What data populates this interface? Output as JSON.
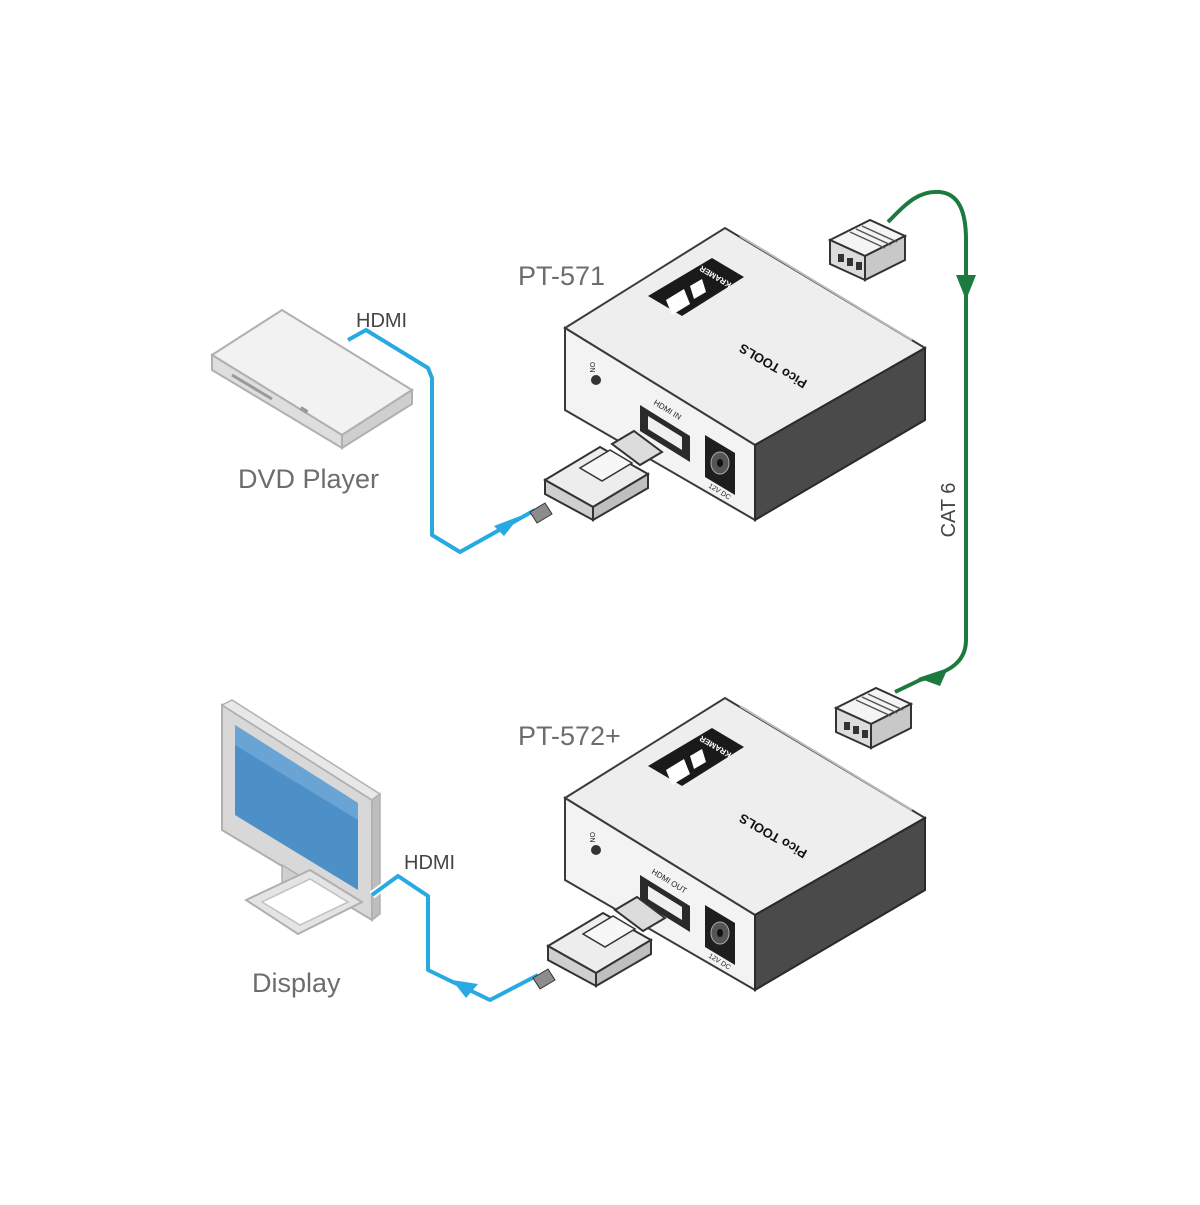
{
  "devices": {
    "transmitter": {
      "model": "PT-571",
      "brand": "KRAMER",
      "series": "Pico TOOLS",
      "led_label": "ON",
      "port_label": "HDMI IN",
      "power_label": "12V DC"
    },
    "receiver": {
      "model": "PT-572+",
      "brand": "KRAMER",
      "series": "Pico TOOLS",
      "led_label": "ON",
      "port_label": "HDMI OUT",
      "power_label": "12V DC"
    },
    "source": {
      "label": "DVD Player"
    },
    "sink": {
      "label": "Display"
    }
  },
  "cables": {
    "source_cable": {
      "label": "HDMI",
      "color": "#27a9e1"
    },
    "sink_cable": {
      "label": "HDMI",
      "color": "#27a9e1"
    },
    "link_cable": {
      "label": "CAT 6",
      "color": "#1c7a3e"
    }
  }
}
